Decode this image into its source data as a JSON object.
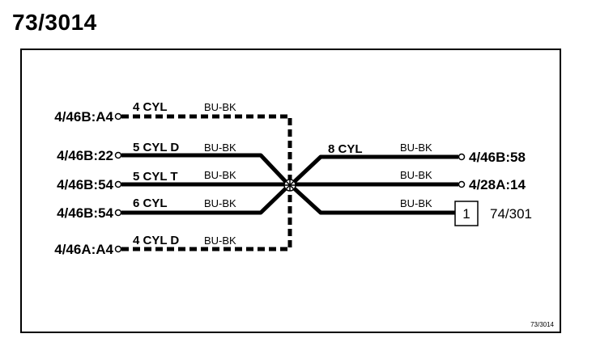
{
  "title": "73/3014",
  "footer_ref": "73/3014",
  "left_terminals": {
    "t1": "4/46B:A4",
    "t2": "4/46B:22",
    "t3": "4/46B:54",
    "t4": "4/46B:54",
    "t5": "4/46A:A4"
  },
  "left_circuits": {
    "c1": "4 CYL",
    "c2": "5 CYL D",
    "c3": "5 CYL T",
    "c4": "6 CYL",
    "c5": "4 CYL D"
  },
  "left_colors": {
    "w1": "BU-BK",
    "w2": "BU-BK",
    "w3": "BU-BK",
    "w4": "BU-BK",
    "w5": "BU-BK"
  },
  "right_circuits": {
    "c1": "8 CYL"
  },
  "right_colors": {
    "w1": "BU-BK",
    "w2": "BU-BK",
    "w3": "BU-BK"
  },
  "right_terminals": {
    "t1": "4/46B:58",
    "t2": "4/28A:14"
  },
  "connector_box": {
    "number": "1",
    "reference": "74/301"
  }
}
